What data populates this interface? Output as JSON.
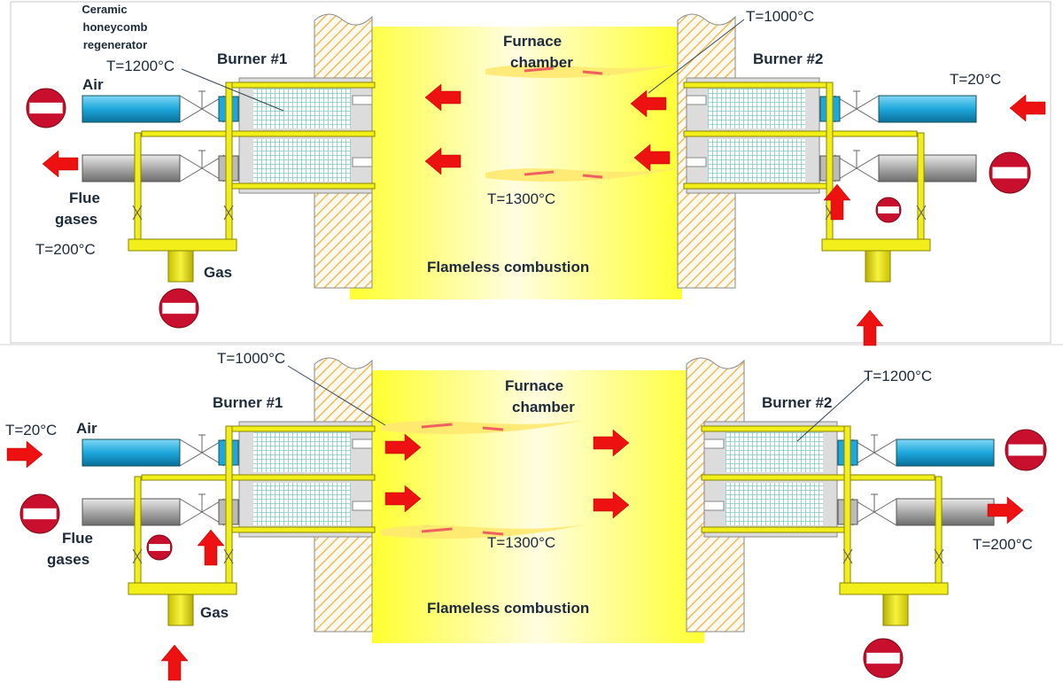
{
  "colors": {
    "air": "#1ea7dc",
    "flue": "#9a9a9a",
    "gas": "#f2ee1a",
    "flame_zone": "#ffff40",
    "arrow": "#ee1111",
    "stop_sign": "#c8102e",
    "honeycomb": "#a8e0d8"
  },
  "top": {
    "regenerator_label": [
      "Ceramic",
      "honeycomb",
      "regenerator"
    ],
    "burner1": "Burner #1",
    "burner2": "Burner #2",
    "t_regen_left": "T=1200°C",
    "t_regen_right": "T=1000°C",
    "air": "Air",
    "flue": [
      "Flue",
      "gases"
    ],
    "t_flue": "T=200°C",
    "gas": "Gas",
    "t_air_in": "T=20°C",
    "chamber": [
      "Furnace",
      "chamber"
    ],
    "t_chamber": "T=1300°C",
    "combustion": "Flameless combustion"
  },
  "bottom": {
    "burner1": "Burner #1",
    "burner2": "Burner #2",
    "t_regen_left": "T=1000°C",
    "t_regen_right": "T=1200°C",
    "air": "Air",
    "flue": [
      "Flue",
      "gases"
    ],
    "t_air_in": "T=20°C",
    "gas": "Gas",
    "t_flue": "T=200°C",
    "chamber": [
      "Furnace",
      "chamber"
    ],
    "t_chamber": "T=1300°C",
    "combustion": "Flameless combustion"
  }
}
